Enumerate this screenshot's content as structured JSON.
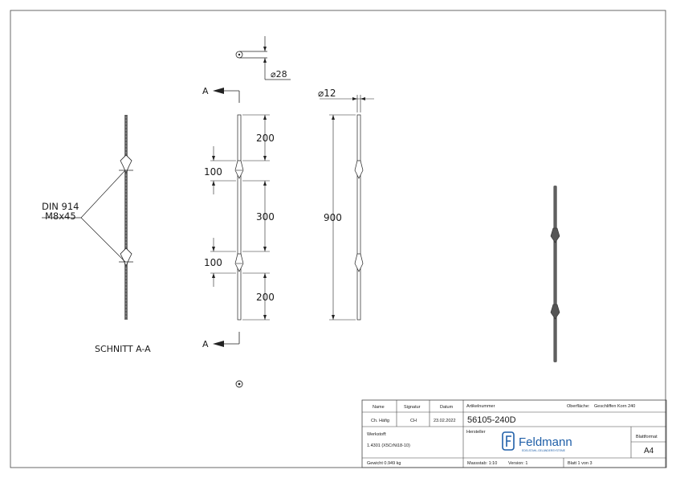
{
  "drawing": {
    "section_label": "SCHNITT A-A",
    "section_mark": "A",
    "fastener": {
      "line1": "DIN 914",
      "line2": "M8x45"
    },
    "diameter_top": "⌀28",
    "diameter_side": "⌀12",
    "dims": {
      "top": "200",
      "gap1": "100",
      "middle": "300",
      "gap2": "100",
      "bottom": "200",
      "overall": "900"
    }
  },
  "title_block": {
    "headers": {
      "name": "Name",
      "signature": "Signatur",
      "date": "Datum",
      "article_label": "Artikelnummer",
      "surface_label": "Oberfläche:"
    },
    "row1": {
      "name": "Ch. Häfig",
      "signature": "CH",
      "date": "23.02.2022"
    },
    "article_number": "56105-240D",
    "surface_value": "Geschliffen Korn 240",
    "material_label": "Werkstoff:",
    "material_value": "1.4301 (X5CrNi18-10)",
    "manufacturer_label": "Hersteller",
    "logo_text": "Feldmann",
    "logo_tagline": "EDELSTAHL-GELÄNDERSYSTEME",
    "format_label": "Blattformat",
    "format_value": "A4",
    "weight": "Gewicht 0.949 kg",
    "scale": "Massstab: 1:10",
    "version": "Version: 1",
    "sheet": "Blatt 1 von 3"
  }
}
